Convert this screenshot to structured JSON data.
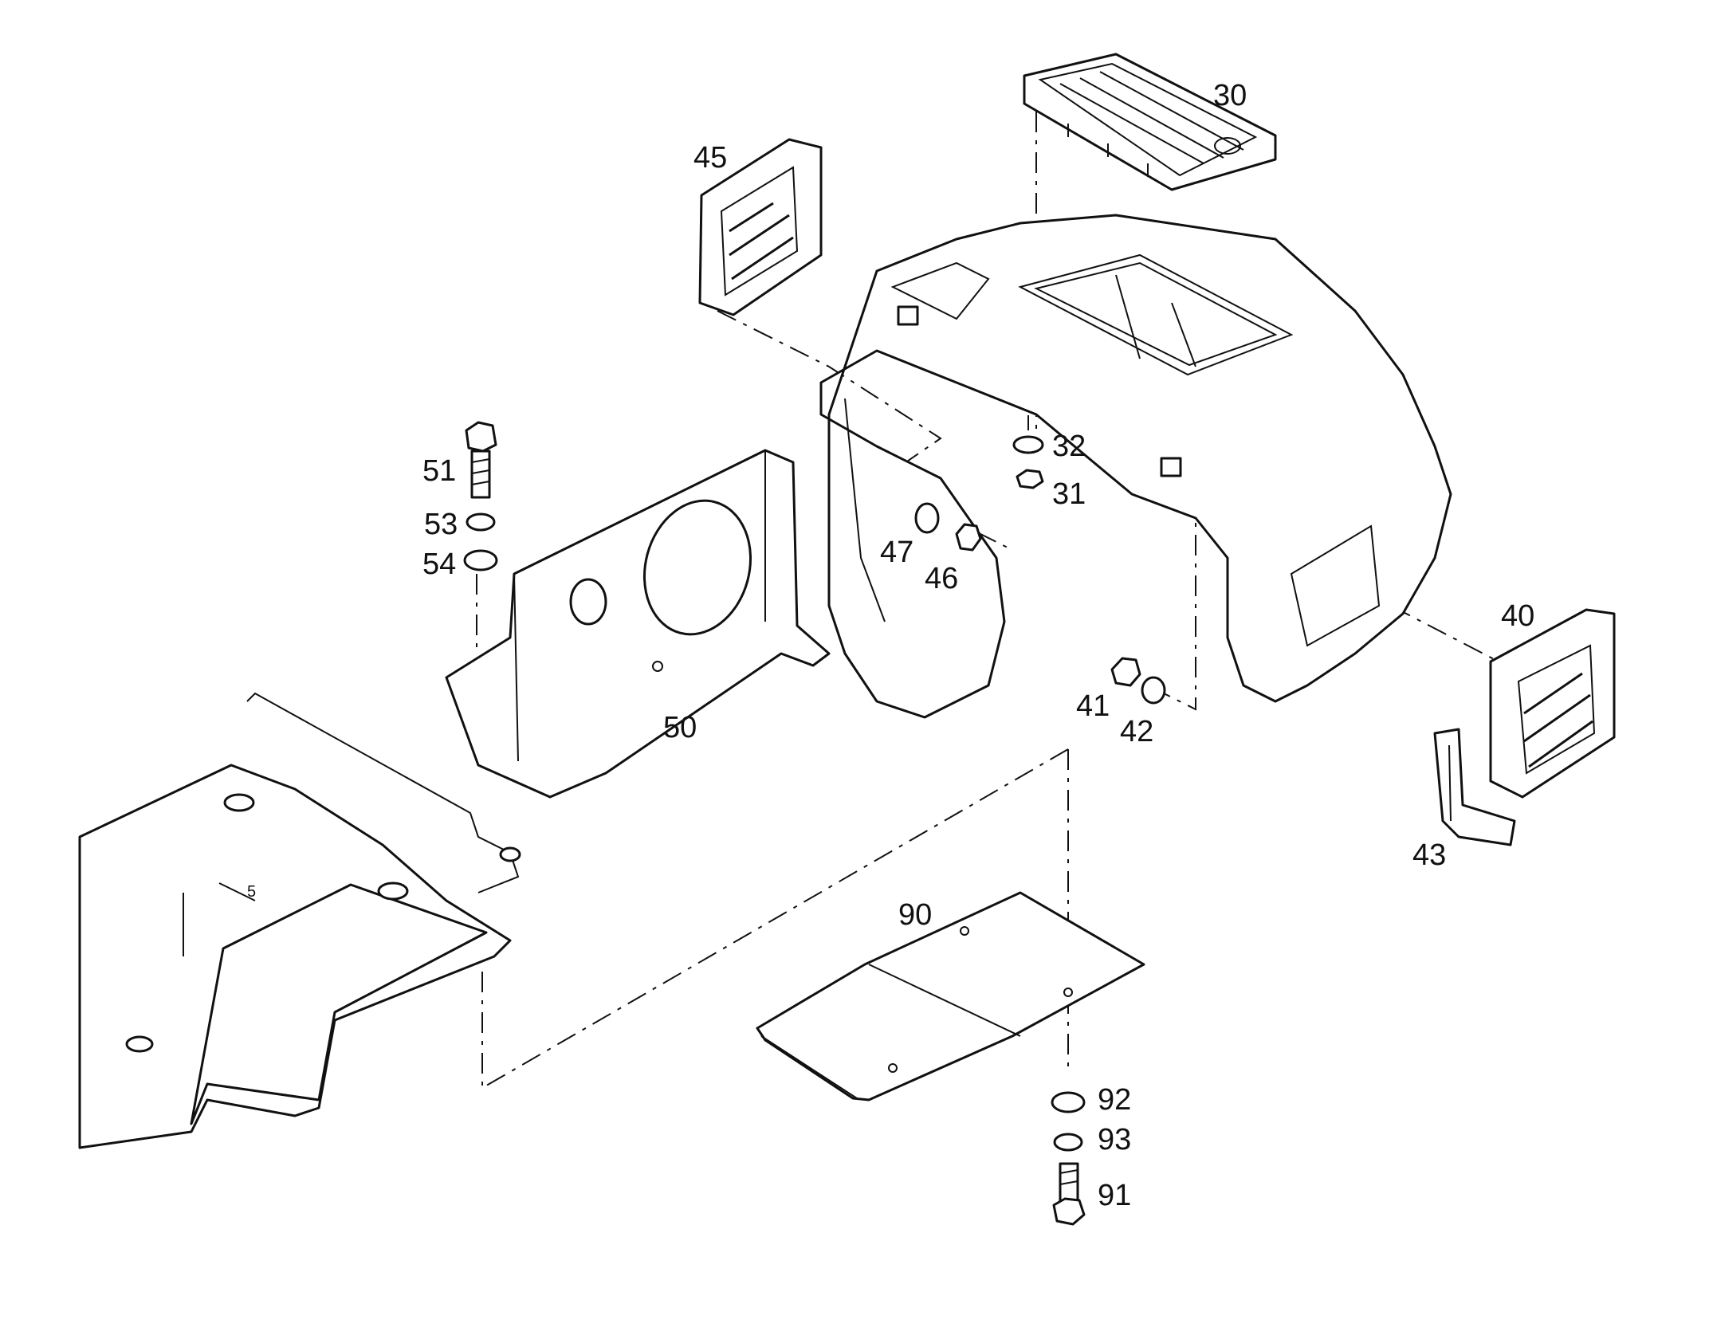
{
  "labels": {
    "p30": "30",
    "p31": "31",
    "p32": "32",
    "p40": "40",
    "p41": "41",
    "p42": "42",
    "p43": "43",
    "p45": "45",
    "p46": "46",
    "p47": "47",
    "p50": "50",
    "p51": "51",
    "p53": "53",
    "p54": "54",
    "p90": "90",
    "p91": "91",
    "p92": "92",
    "p93": "93",
    "p5": "5"
  }
}
